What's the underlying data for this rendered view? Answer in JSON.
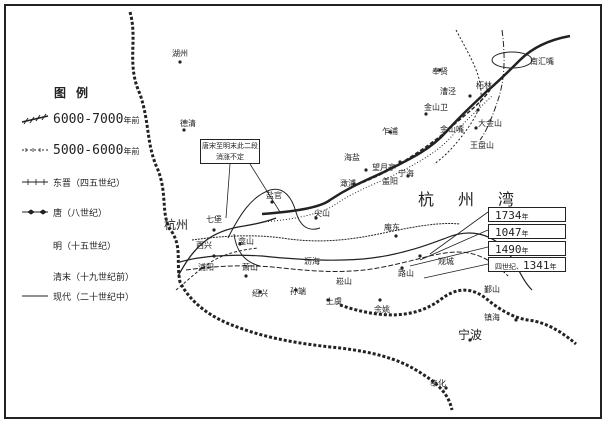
{
  "legend": {
    "title": "图例",
    "items": [
      {
        "label": "6000-7000",
        "suffix": "年前",
        "style": "hatch"
      },
      {
        "label": "5000-6000",
        "suffix": "年前",
        "style": "tick"
      },
      {
        "label": "东晋（四五世纪）",
        "suffix": "",
        "style": "cross"
      },
      {
        "label": "唐（八世纪）",
        "suffix": "",
        "style": "diamond"
      },
      {
        "label": "明（十五世纪）",
        "suffix": "",
        "style": "none"
      },
      {
        "label": "清末（十九世纪前）",
        "suffix": "",
        "style": "none"
      },
      {
        "label": "现代（二十世纪中）",
        "suffix": "",
        "style": "solid"
      }
    ]
  },
  "bay_label": "杭州湾",
  "note": "唐宋至明末此二段消涨不定",
  "years": [
    {
      "year": "1734",
      "suffix": "年"
    },
    {
      "year": "1047",
      "suffix": "年"
    },
    {
      "year": "1490",
      "suffix": "年"
    },
    {
      "prefix": "四世纪、",
      "year": "1341",
      "suffix": "年"
    }
  ],
  "places": {
    "huzhou": "湖州",
    "deqing": "德清",
    "hangzhou": "杭州",
    "qibao": "七堡",
    "yanguan": "盐官",
    "jianshan": "尖山",
    "xixing": "西兴",
    "kanshan": "龛山",
    "puyang": "浦阳",
    "xiaoshan": "萧山",
    "shaoxing": "绍兴",
    "sunduan": "孙端",
    "lihai": "沥海",
    "shangyu": "上虞",
    "chongshan": "崧山",
    "yuyao": "余姚",
    "anchang": "庵东",
    "lushan": "路山",
    "guancheng": "观城",
    "haiyan": "海盐",
    "ganpu": "澉浦",
    "zhapu": "乍浦",
    "wangyueting": "望月亭",
    "ningbo_road": "宁海",
    "gaiyang": "盖阳",
    "jinshanwei": "金山卫",
    "jinshanzui": "金山嘴",
    "dajinshan": "大金山",
    "wangjinshan": "王盘山",
    "caojing": "漕泾",
    "zhelin": "柘林",
    "fengxian": "奉贤",
    "nanhuizui": "南汇嘴",
    "zhenhai": "镇海",
    "ningbo": "宁波",
    "fenghua": "奉化",
    "yinshan": "鄞山"
  }
}
